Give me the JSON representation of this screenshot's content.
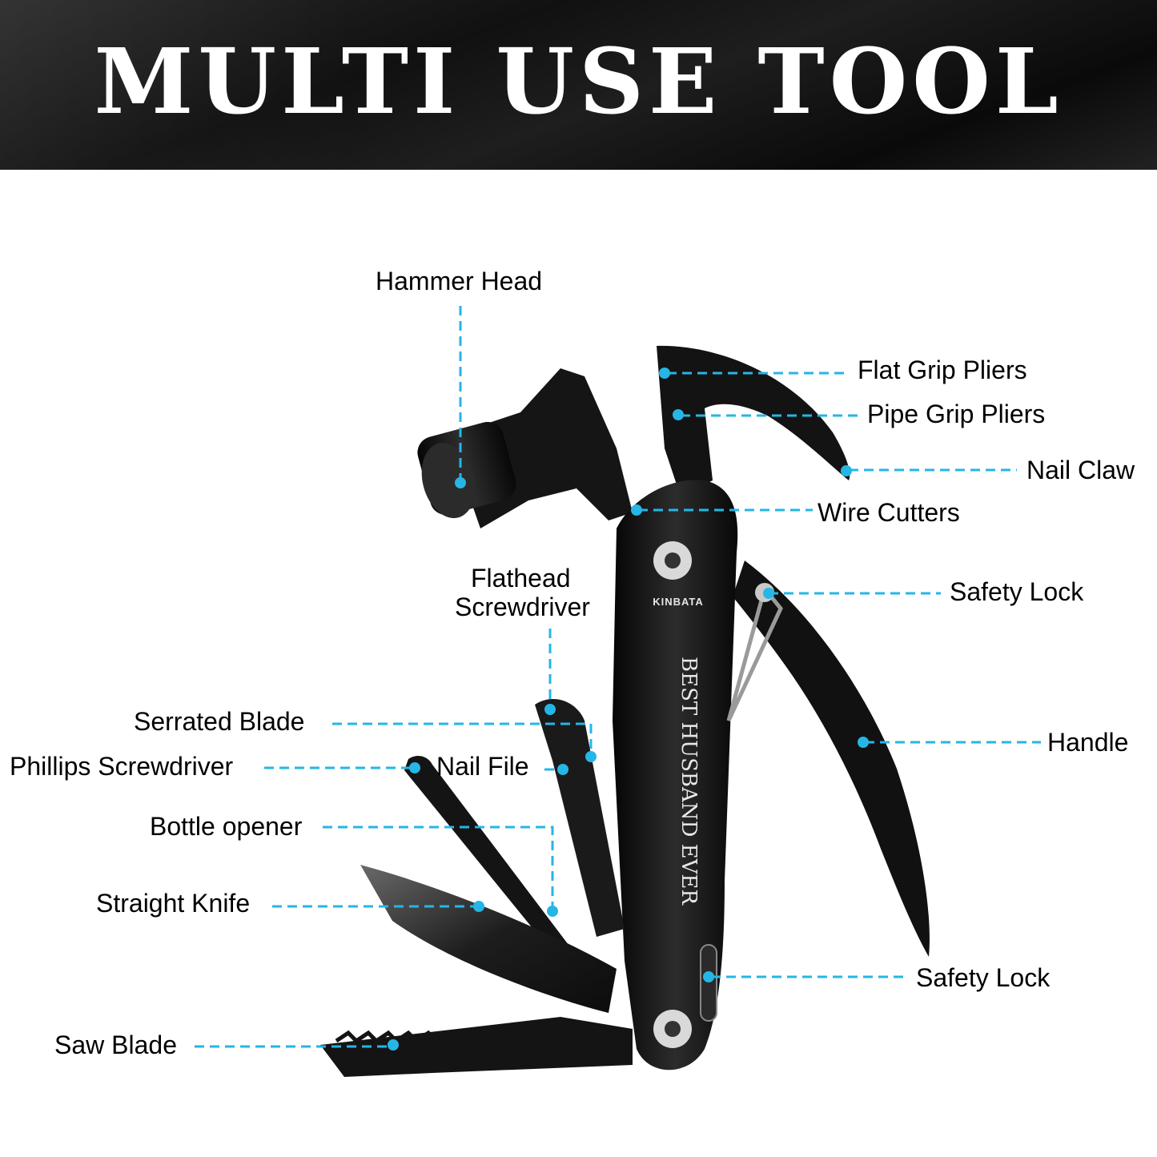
{
  "banner": {
    "title": "MULTI USE TOOL"
  },
  "product": {
    "brand": "KINBATA",
    "engraving": "BEST HUSBAND EVER"
  },
  "callouts": {
    "hammer_head": "Hammer Head",
    "flat_grip_pliers": "Flat Grip Pliers",
    "pipe_grip_pliers": "Pipe Grip Pliers",
    "nail_claw": "Nail Claw",
    "wire_cutters": "Wire Cutters",
    "safety_lock_top": "Safety Lock",
    "flathead_screwdriver_1": "Flathead",
    "flathead_screwdriver_2": "Screwdriver",
    "serrated_blade": "Serrated Blade",
    "phillips_screwdriver": "Phillips Screwdriver",
    "nail_file": "Nail File",
    "handle": "Handle",
    "bottle_opener": "Bottle opener",
    "straight_knife": "Straight Knife",
    "safety_lock_bottom": "Safety Lock",
    "saw_blade": "Saw Blade"
  },
  "colors": {
    "leader": "#25b6e6",
    "tool": "#141414",
    "banner": "#111111"
  }
}
